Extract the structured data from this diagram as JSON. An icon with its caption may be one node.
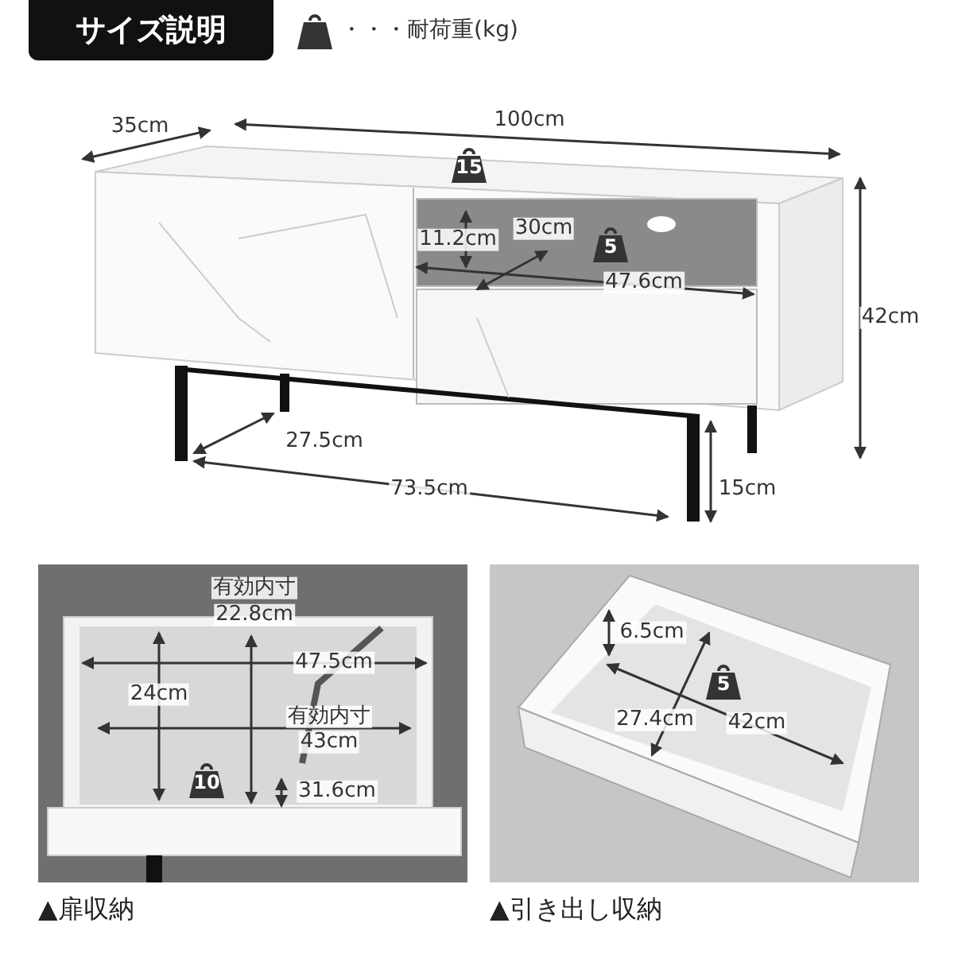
{
  "diagram": {
    "title": "サイズ説明",
    "labels": [
      "35cm",
      "100cm",
      "15",
      "11.2cm",
      "30cm",
      "5",
      "47.6cm",
      "42cm",
      "27.5cm",
      "73.5cm",
      "15cm",
      "有効内寸",
      "22.8cm",
      "47.5cm",
      "24cm",
      "有効内寸",
      "43cm",
      "10",
      "31.6cm",
      "6.5cm",
      "5",
      "27.4cm",
      "42cm",
      "▲扉収納",
      "▲引き出し収納"
    ],
    "legend": [
      {
        "text": "・・・耐荷重(kg)"
      }
    ]
  }
}
